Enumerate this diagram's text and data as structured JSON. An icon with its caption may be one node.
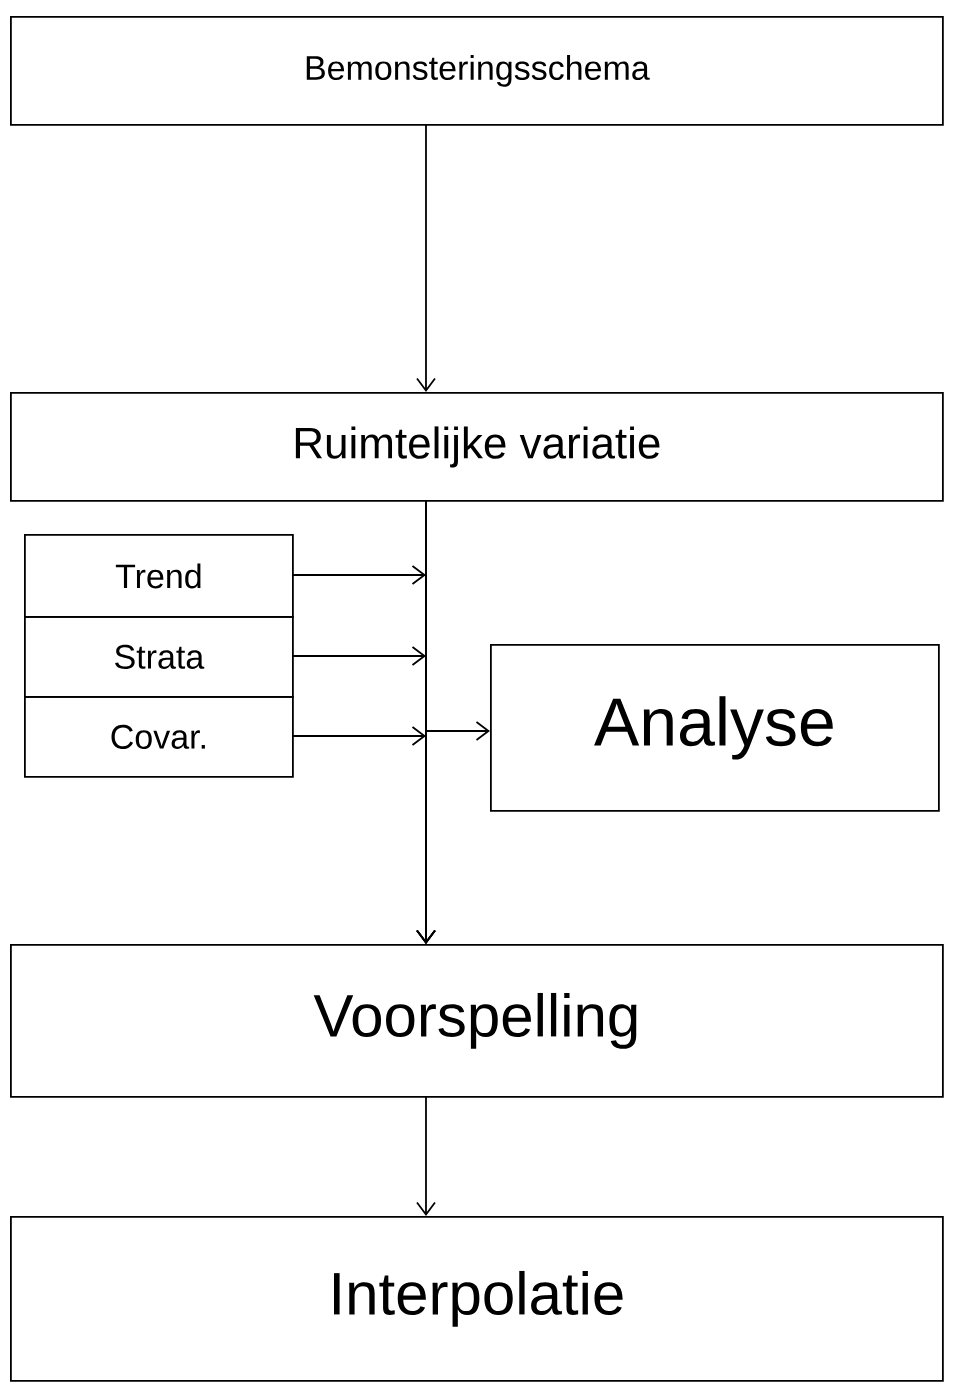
{
  "diagram": {
    "nodes": [
      {
        "text": [
          "Bemonsteringsschema"
        ]
      },
      {
        "text": [
          "Ruimtelijke variatie"
        ]
      },
      {
        "text": [
          "Trend"
        ]
      },
      {
        "text": [
          "Strata"
        ]
      },
      {
        "text": [
          "Covar."
        ]
      },
      {
        "text": [
          "Analyse"
        ]
      },
      {
        "text": [
          "Voorspelling"
        ]
      },
      {
        "text": [
          "Interpolatie"
        ]
      }
    ],
    "edges": [
      {
        "from": 0,
        "to": 1,
        "arrow": "to"
      },
      {
        "from": 1,
        "to": 6,
        "arrow": "to"
      },
      {
        "from": 2,
        "to": 6,
        "arrow": "to"
      },
      {
        "from": 3,
        "to": 6,
        "arrow": "to"
      },
      {
        "from": 4,
        "to": 6,
        "arrow": "to"
      },
      {
        "from": 1,
        "to": 5,
        "arrow": "to"
      },
      {
        "from": 6,
        "to": 7,
        "arrow": "to"
      }
    ]
  }
}
